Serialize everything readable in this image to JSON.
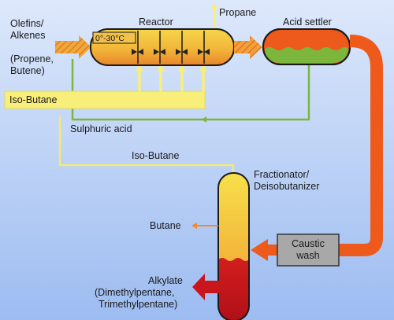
{
  "labels": {
    "olefins": "Olefins/",
    "alkenes": "Alkenes",
    "propene": "(Propene,",
    "butene": "Butene)",
    "reactor": "Reactor",
    "temperature": "0°-30°C",
    "propane": "Propane",
    "acid_settler": "Acid settler",
    "iso_butane_feed": "Iso-Butane",
    "sulphuric_acid": "Sulphuric acid",
    "iso_butane_recycle": "Iso-Butane",
    "fractionator": "Fractionator/",
    "deisobutanizer": "Deisobutanizer",
    "butane": "Butane",
    "caustic": "Caustic",
    "wash": "wash",
    "alkylate": "Alkylate",
    "dimethylpentane": "(Dimethylpentane,",
    "trimethylpentane": "Trimethylpentane)"
  },
  "colors": {
    "background_top": "#dbe6fb",
    "background_bottom": "#9fbdf2",
    "orange_flow": "#ee5a1c",
    "yellow_flow": "#f8ef78",
    "green_acid": "#78b43a",
    "reactor_fill": "#ec9730",
    "alkylate_red": "#c8161c"
  }
}
